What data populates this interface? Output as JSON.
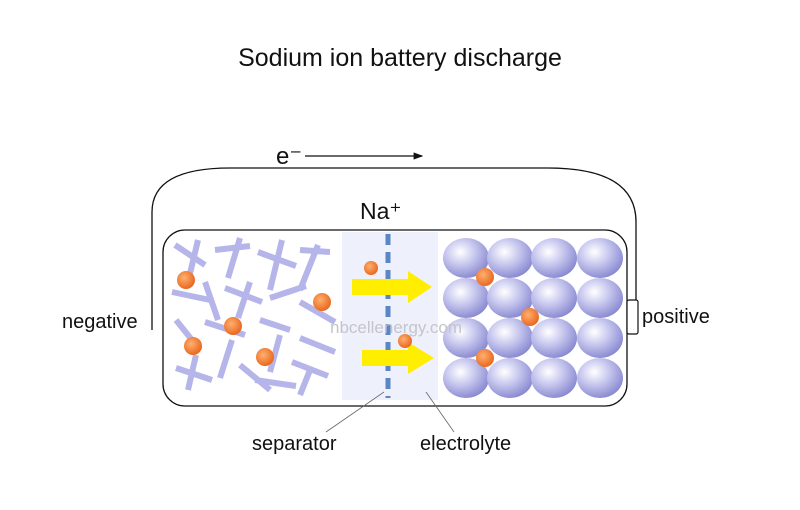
{
  "title": "Sodium ion battery discharge",
  "labels": {
    "electron": "e⁻",
    "ion": "Na⁺",
    "negative": "negative",
    "positive": "positive",
    "separator": "separator",
    "electrolyte": "electrolyte"
  },
  "watermark": "nbcellenergy.com",
  "colors": {
    "ion": "#f07a2a",
    "anode_fiber": "#aeaee8",
    "cathode_sphere": "#9a9ad8",
    "arrow": "#ffee00",
    "separator": "#5b86c5",
    "electrolyte_bg": "#eef0fb",
    "outline": "#111111"
  }
}
